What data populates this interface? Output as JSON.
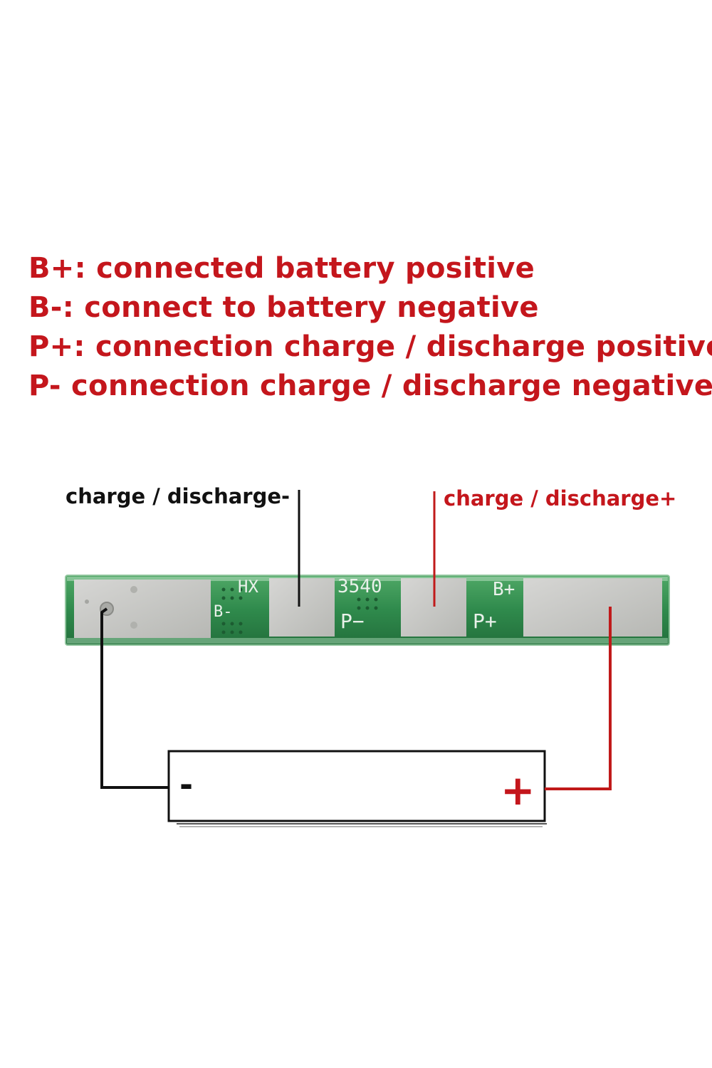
{
  "legend": {
    "lines": [
      "B+: connected battery positive",
      "B-: connect to battery negative",
      "P+: connection charge / discharge positive",
      "P- connection charge / discharge negative"
    ]
  },
  "callouts": {
    "negative": "charge / discharge-",
    "positive": "charge / discharge+"
  },
  "board": {
    "silkscreen": {
      "brand": "HX",
      "model": "3540",
      "b_minus": "B-",
      "b_plus": "B+",
      "p_minus": "P−",
      "p_plus": "P+"
    }
  },
  "battery": {
    "negative_symbol": "-",
    "positive_symbol": "+"
  },
  "colors": {
    "label_red": "#c4161c",
    "wire_red": "#c01a1a",
    "wire_black": "#111111",
    "pcb_green": "#2f8a4c",
    "pad_metal": "#c8c8c6"
  }
}
